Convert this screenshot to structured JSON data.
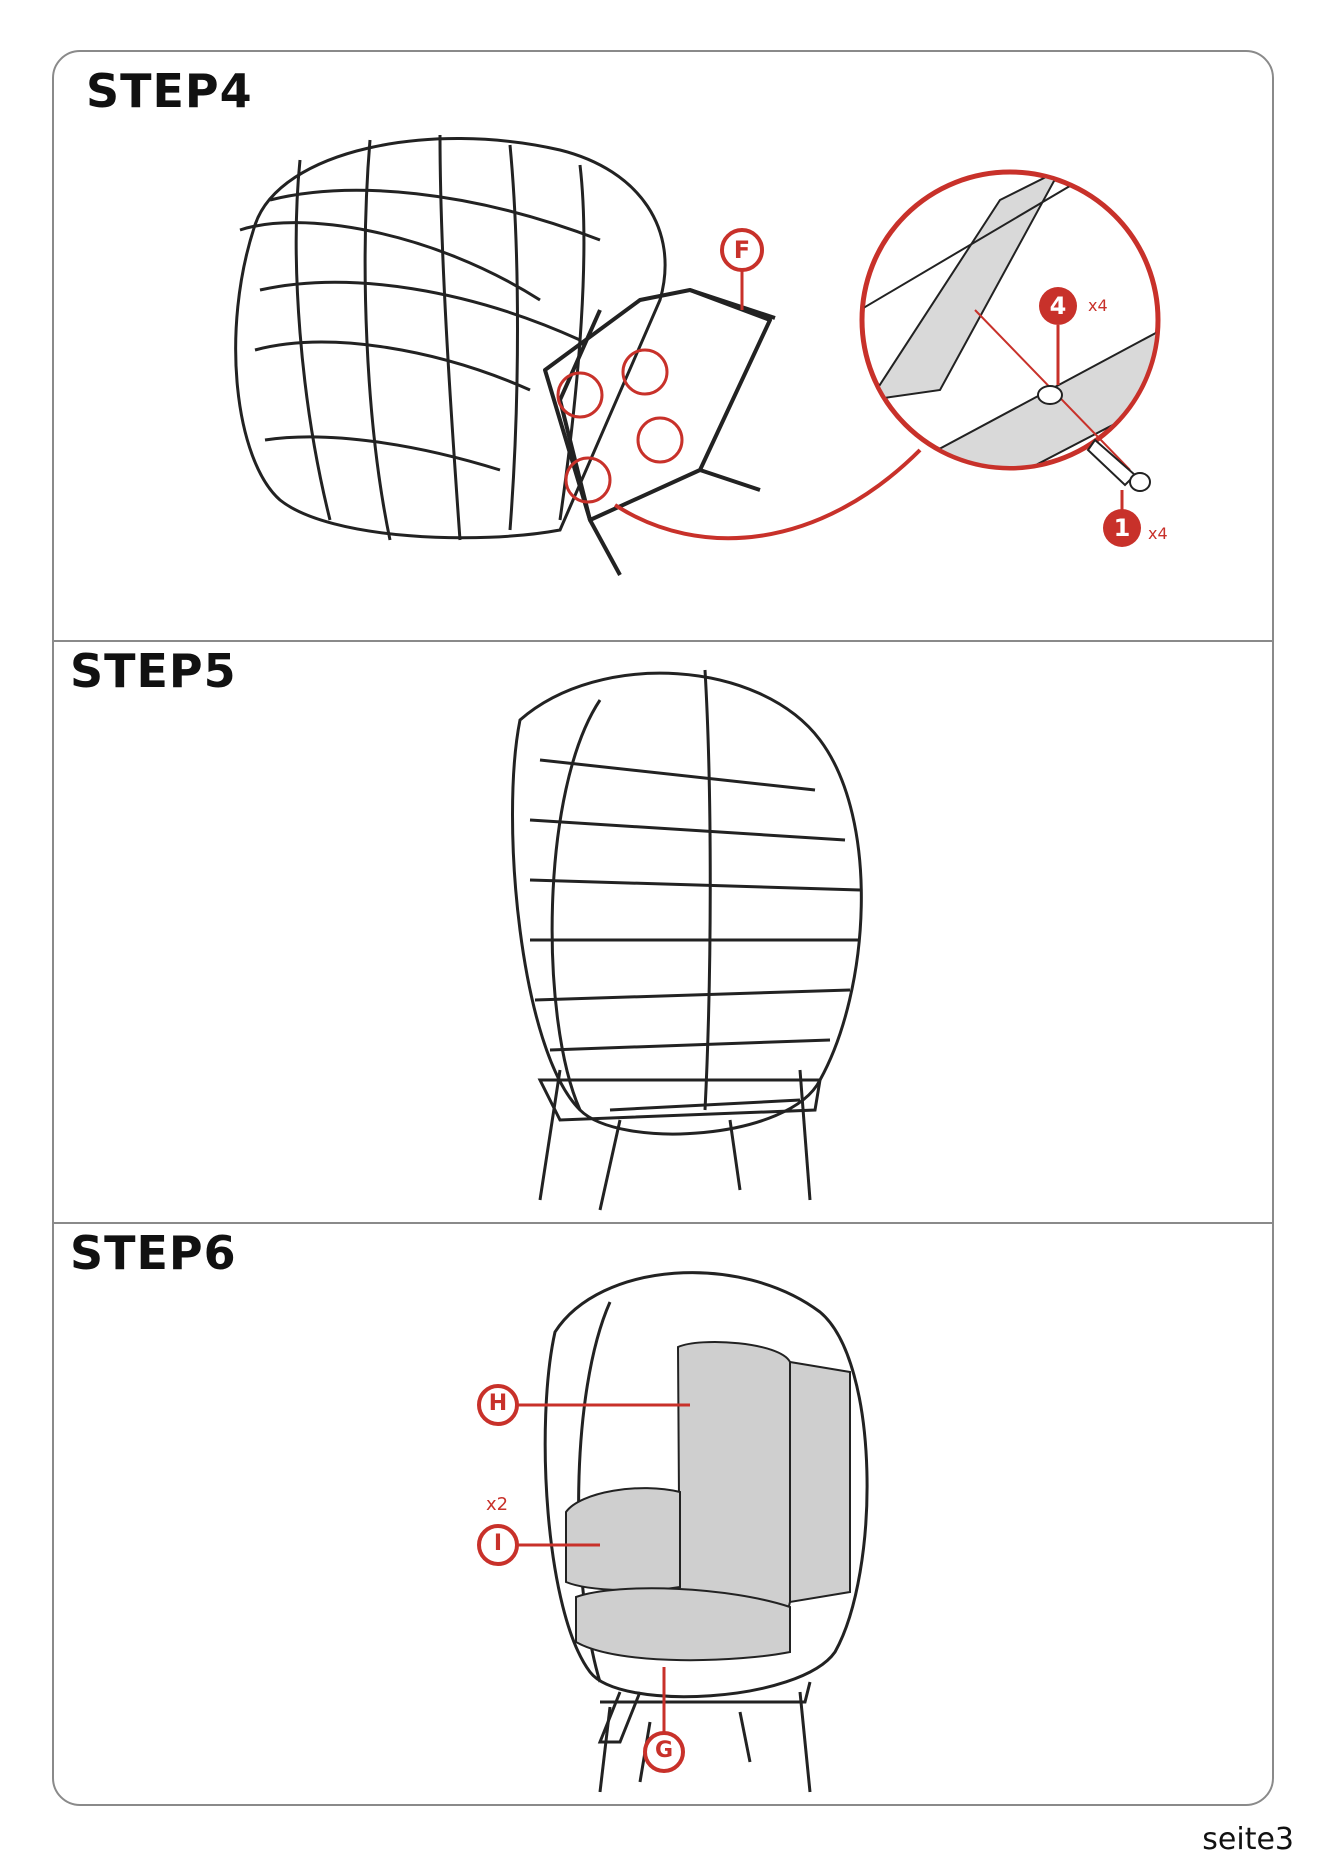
{
  "steps": [
    {
      "title": "STEP4"
    },
    {
      "title": "STEP5"
    },
    {
      "title": "STEP6"
    }
  ],
  "step4": {
    "part_label": "F",
    "detail": {
      "washer_label": "4",
      "washer_qty": "x4",
      "bolt_label": "1",
      "bolt_qty": "x4"
    }
  },
  "step6": {
    "label_h": "H",
    "label_i": "I",
    "label_i_qty": "x2",
    "label_g": "G"
  },
  "footer": {
    "page": "seite3"
  },
  "colors": {
    "accent": "#c8312a",
    "line": "#222222",
    "cushion": "#cfcfcf",
    "frame": "#8a8a8a"
  }
}
